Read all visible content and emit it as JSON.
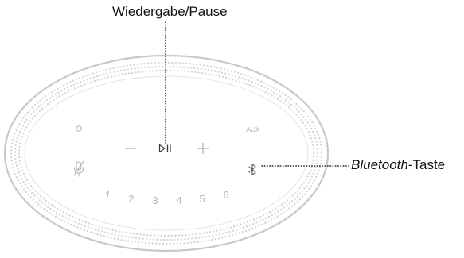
{
  "callouts": {
    "play_pause": "Wiedergabe/Pause",
    "bluetooth_italic": "Bluetooth",
    "bluetooth_suffix": "-Taste"
  },
  "panel": {
    "aux_label": "AUX",
    "presets": [
      "1",
      "2",
      "3",
      "4",
      "5",
      "6"
    ]
  },
  "icons": {
    "action": "circle-icon",
    "volume_down": "minus-icon",
    "play_pause": "play-pause-icon",
    "volume_up": "plus-icon",
    "mic_off": "microphone-off-icon",
    "bluetooth": "bluetooth-icon"
  },
  "colors": {
    "outline": "#c8c8c8",
    "dots": "#d4d4d4",
    "icon": "#b9b9b9",
    "play_pause": "#3a3a3a",
    "leader": "#222222",
    "text": "#111111"
  }
}
